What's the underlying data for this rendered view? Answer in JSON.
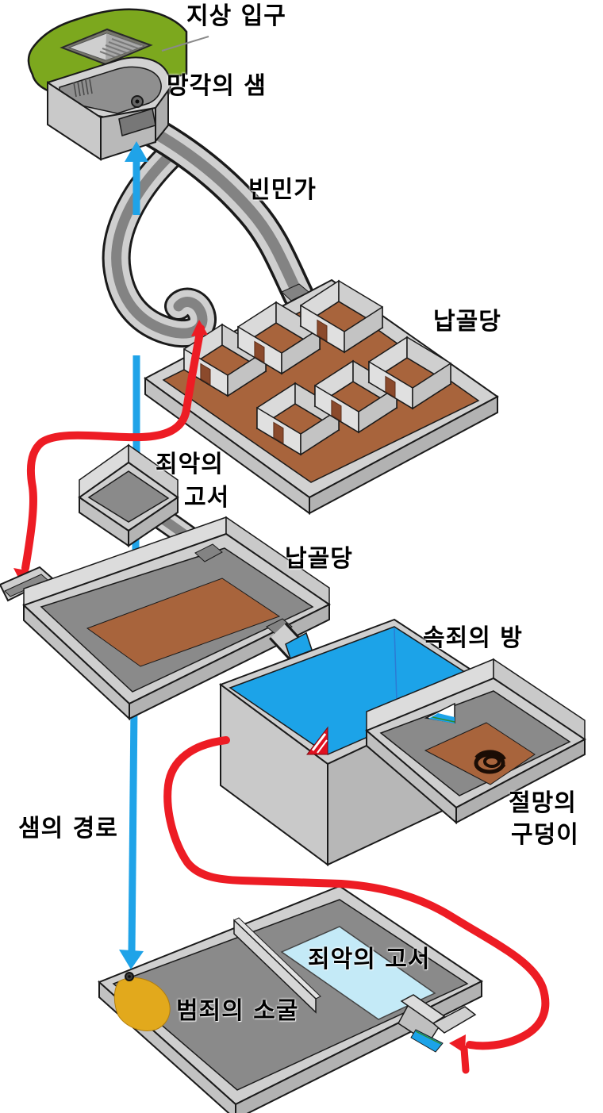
{
  "diagram": {
    "type": "isometric-dungeon-map",
    "background": "#ffffff",
    "labels": {
      "ground_entrance": "지상 입구",
      "oblivion_spring": "망각의 샘",
      "slum": "빈민가",
      "ossuary_upper": "납골당",
      "sin_book_mid_l1": "죄악의",
      "sin_book_mid_l2": "고서",
      "ossuary_lower": "납골당",
      "atonement_room": "속죄의 방",
      "despair_pit_l1": "절망의",
      "despair_pit_l2": "구덩이",
      "spring_path": "샘의 경로",
      "sin_book_bottom": "죄악의 고서",
      "crime_den": "범죄의 소굴"
    },
    "facts": {
      "ossuary_upper_house_count": 6
    },
    "colors": {
      "terrain_green": "#7CA81E",
      "wall_light": "#D4D4D4",
      "floor_gray": "#8A8A8A",
      "floor_brown": "#A8643C",
      "door_brown": "#8B4A2C",
      "water_blue": "#1CA3E8",
      "pool_light_blue": "#C4EAF7",
      "marker_yellow": "#E2A91C",
      "route_red": "#ED1C24",
      "spring_route_blue": "#1FA3E8",
      "outline_black": "#1A1A1A"
    }
  }
}
